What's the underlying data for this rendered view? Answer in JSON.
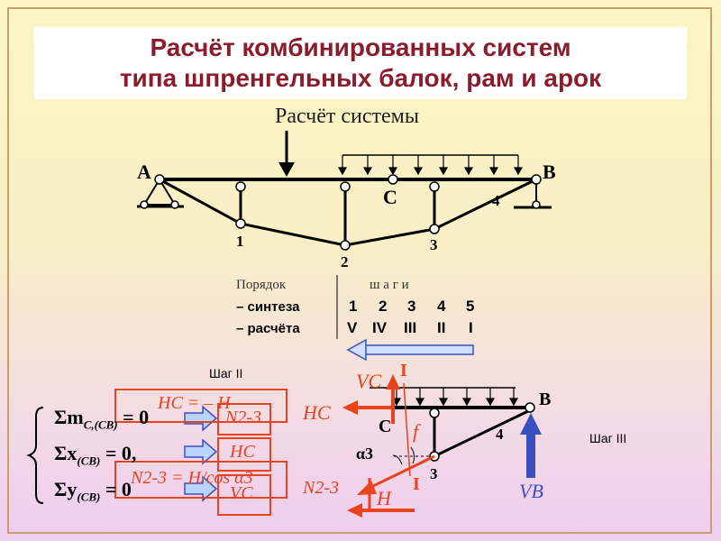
{
  "title": {
    "line1": "Расчёт комбинированных систем",
    "line2": "типа шпренгельных балок, рам и арок"
  },
  "subtitle": "Расчёт системы",
  "truss": {
    "support_left": "A",
    "support_right": "B",
    "hinge_c": "C",
    "nodes": [
      "1",
      "2",
      "3",
      "4"
    ]
  },
  "order_table": {
    "header_left": "Порядок",
    "header_right": "ш а г и",
    "row_synthesis_label": "– синтеза",
    "row_synthesis_steps": [
      "1",
      "2",
      "3",
      "4",
      "5"
    ],
    "row_calc_label": "– расчёта",
    "row_calc_steps": [
      "V",
      "IV",
      "III",
      "II",
      "I"
    ]
  },
  "step2": {
    "label": "Шаг II",
    "eq1_lhs": "Σm",
    "eq1_sub": "C,(CB)",
    "eq1_rhs": "= 0",
    "eq2_lhs": "Σx",
    "eq2_sub": "(CB)",
    "eq2_rhs": "= 0,",
    "eq3_lhs": "Σy",
    "eq3_sub": "(CB)",
    "eq3_rhs": "= 0",
    "res1": "N2-3",
    "res2": "HC",
    "res3": "VC",
    "overlay1": "HC = – H",
    "overlay2": "N2-3 = H/cos α3"
  },
  "step3": {
    "label": "Шаг III",
    "vc": "VC",
    "hc": "HC",
    "c": "C",
    "f": "f",
    "alpha": "α3",
    "n23": "N2-3",
    "h": "H",
    "b": "B",
    "vb": "VB",
    "node3": "3",
    "node4": "4",
    "section": "I"
  },
  "colors": {
    "title": "#8b1c2e",
    "accent": "#e8431c",
    "blue_arrow": "#3a4fc0",
    "beam": "#000000"
  }
}
